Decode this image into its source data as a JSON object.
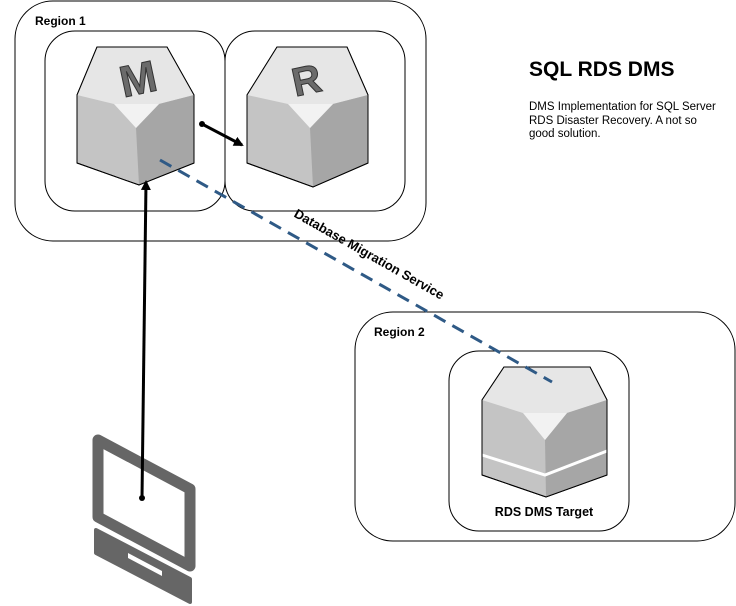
{
  "title": "SQL RDS DMS",
  "description": "DMS Implementation for SQL Server RDS Disaster Recovery. A not so good solution.",
  "regions": {
    "region1": "Region 1",
    "region2": "Region 2"
  },
  "nodes": {
    "primary": {
      "letter": "M",
      "icon": "database-primary-icon"
    },
    "replica": {
      "letter": "R",
      "icon": "database-replica-icon"
    },
    "target": {
      "label": "RDS DMS Target",
      "icon": "database-target-icon"
    },
    "client": {
      "icon": "client-computer-icon"
    }
  },
  "edges": {
    "dms": "Database Migration Service"
  },
  "colors": {
    "dms_link": "#2f5a86",
    "node_light": "#e6e6e6",
    "node_mid": "#c4c4c4",
    "node_dark": "#a6a6a6",
    "client": "#666666"
  }
}
